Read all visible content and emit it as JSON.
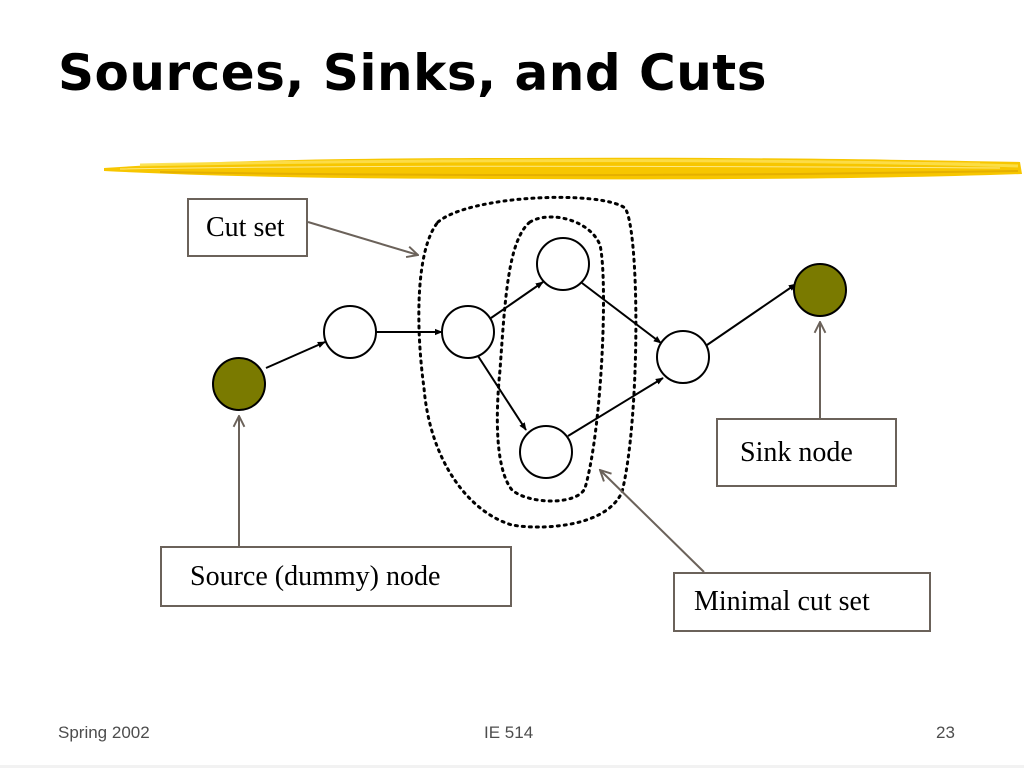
{
  "slide": {
    "title": "Sources, Sinks, and Cuts",
    "labels": {
      "cut_set": "Cut set",
      "sink_node": "Sink node",
      "source_node": "Source (dummy) node",
      "minimal_cut_set": "Minimal cut set"
    },
    "footer": {
      "left": "Spring 2002",
      "center": "IE 514",
      "right": "23"
    }
  },
  "colors": {
    "terminal_node_fill": "#7a7a00",
    "regular_node_fill": "#ffffff",
    "brush_stroke": "#f5c400",
    "callout_line": "#6b625a"
  }
}
